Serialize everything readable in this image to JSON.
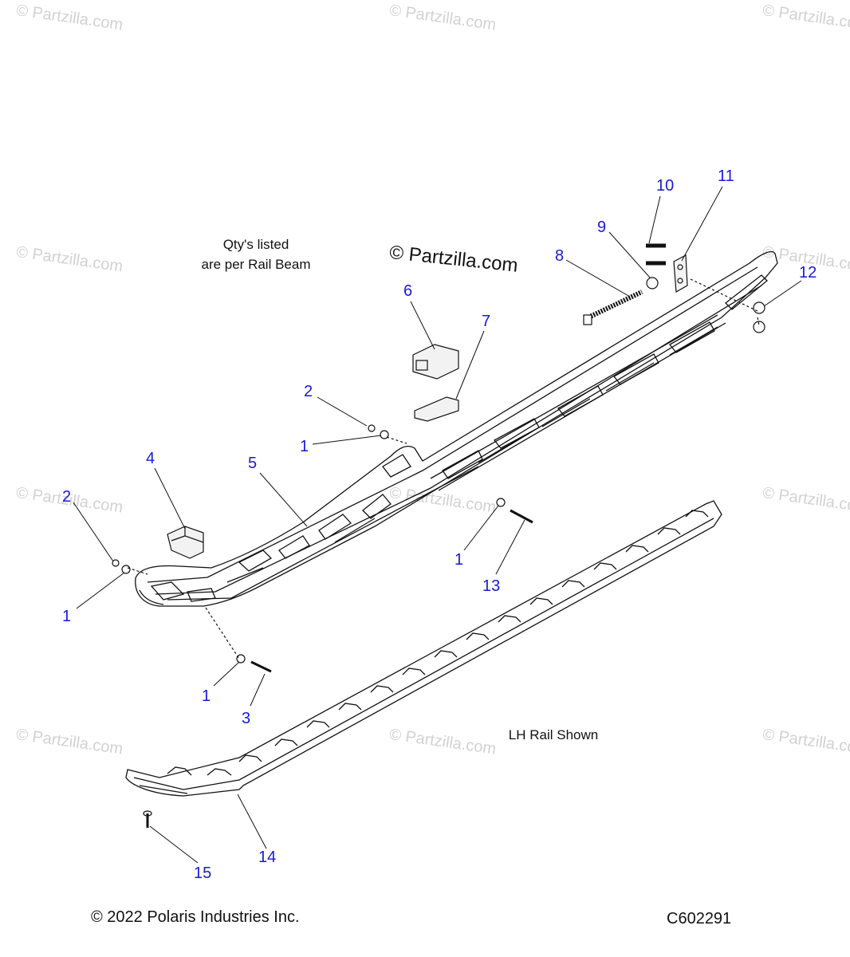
{
  "watermark_text": "© Partzilla.com",
  "center_watermark_text": "© Partzilla.com",
  "notes": {
    "qty_line1": "Qty's listed",
    "qty_line2": "are per Rail Beam",
    "lh_rail": "LH Rail Shown"
  },
  "footer": {
    "copyright": "© 2022 Polaris Industries Inc.",
    "diagram_code": "C602291"
  },
  "callouts": [
    "10",
    "11",
    "9",
    "8",
    "12",
    "6",
    "7",
    "2",
    "1",
    "4",
    "5",
    "2",
    "1",
    "1",
    "13",
    "1",
    "3",
    "14",
    "15"
  ],
  "colors": {
    "callout": "#1a1ad6",
    "line": "#111111",
    "watermark": "#d2d2d2"
  }
}
